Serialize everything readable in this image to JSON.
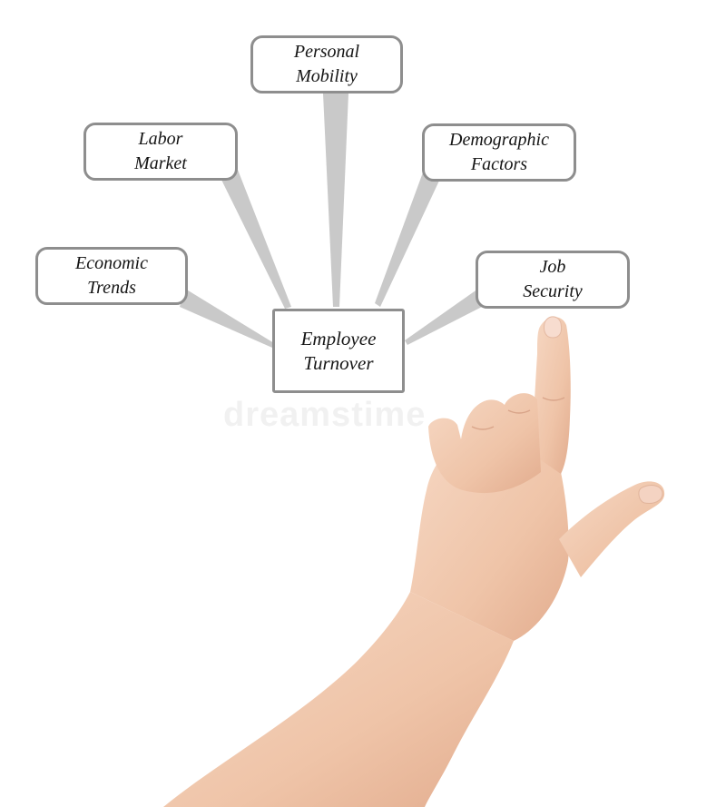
{
  "center": {
    "line1": "Employee",
    "line2": "Turnover"
  },
  "nodes": {
    "personal_mobility": {
      "line1": "Personal",
      "line2": "Mobility"
    },
    "labor_market": {
      "line1": "Labor",
      "line2": "Market"
    },
    "demographic_factors": {
      "line1": "Demographic",
      "line2": "Factors"
    },
    "economic_trends": {
      "line1": "Economic",
      "line2": "Trends"
    },
    "job_security": {
      "line1": "Job",
      "line2": "Security"
    }
  },
  "watermark": "dreamstime",
  "colors": {
    "box_border": "#8e8e8e",
    "connector": "#c9c9c9",
    "text": "#151515",
    "skin": "#f1c9b0"
  }
}
